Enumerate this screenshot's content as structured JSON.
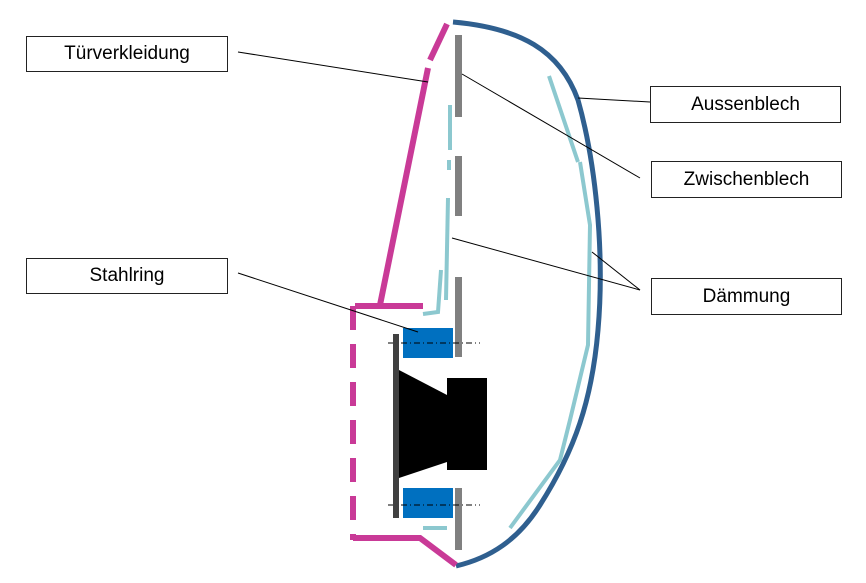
{
  "labels": {
    "tuerverkleidung": "Türverkleidung",
    "stahlring": "Stahlring",
    "aussenblech": "Aussenblech",
    "zwischenblech": "Zwischenblech",
    "daemmung": "Dämmung"
  },
  "colors": {
    "trim": "#c93a97",
    "outer_sheet": "#2f5f8f",
    "insulation": "#8cc8cf",
    "inner_sheet": "#808080",
    "steel_ring": "#0070c0",
    "speaker": "#000000",
    "leader": "#000000"
  }
}
